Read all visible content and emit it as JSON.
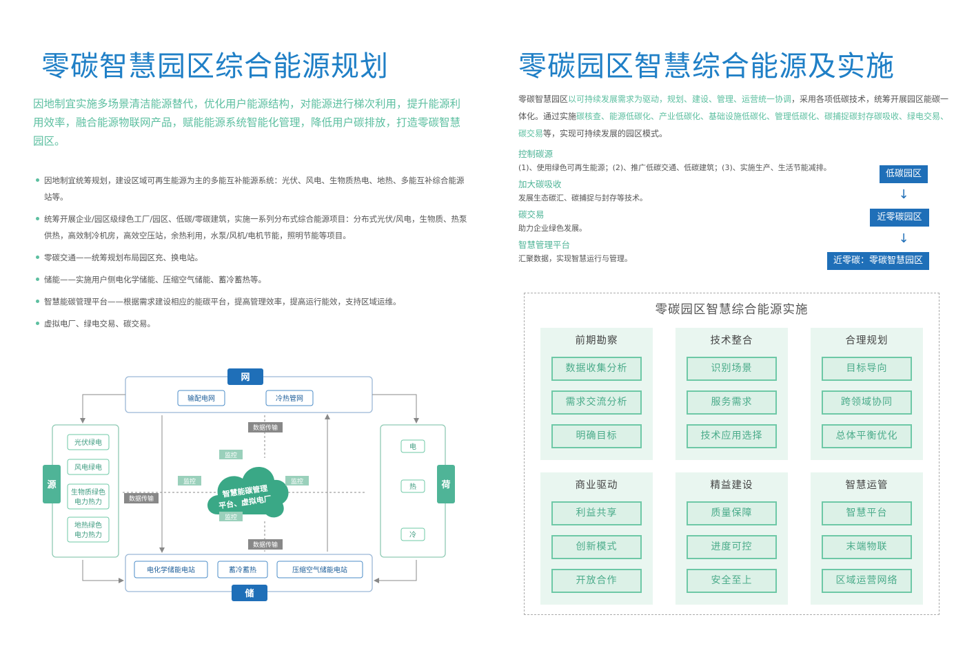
{
  "left": {
    "title": "零碳智慧园区综合能源规划",
    "intro": "因地制宜实施多场景清洁能源替代，优化用户能源结构，对能源进行梯次利用，提升能源利用效率，融合能源物联网产品，赋能能源系统智能化管理，降低用户碳排放，打造零碳智慧园区。",
    "bullets": [
      "因地制宜统筹规划，建设区域可再生能源为主的多能互补能源系统：光伏、风电、生物质热电、地热、多能互补综合能源站等。",
      "统筹开展企业/园区级绿色工厂/园区、低碳/零碳建筑，实施一系列分布式综合能源项目：分布式光伏/风电，生物质、热泵供热，高效制冷机房，高效空压站，余热利用，水泵/风机/电机节能，照明节能等项目。",
      "零碳交通——统筹规划布局园区充、换电站。",
      "储能——实施用户侧电化学储能、压缩空气储能、蓄冷蓄热等。",
      "智慧能碳管理平台——根据需求建设相应的能碳平台，提高管理效率，提高运行能效，支持区域运维。",
      "虚拟电厂、绿电交易、碳交易。"
    ],
    "diagram": {
      "grid": {
        "label": "网",
        "items": [
          "输配电网",
          "冷热管网"
        ]
      },
      "source": {
        "label": "源",
        "items": [
          [
            "光伏绿电"
          ],
          [
            "风电绿电"
          ],
          [
            "生物质绿色",
            "电力热力"
          ],
          [
            "地热绿色",
            "电力热力"
          ]
        ]
      },
      "load": {
        "label": "荷",
        "items": [
          "电",
          "热",
          "冷"
        ]
      },
      "storage": {
        "label": "储",
        "items": [
          "电化学储能电站",
          "蓄冷蓄热",
          "压缩空气储能电站"
        ]
      },
      "center": {
        "line1": "智慧能碳管理",
        "line2": "平台、虚拟电厂"
      },
      "monitor": "监控",
      "data_transfer": "数据传输"
    }
  },
  "right": {
    "title": "零碳园区智慧综合能源及实施",
    "intro": [
      {
        "t": "零碳智慧园区",
        "hl": false
      },
      {
        "t": "以可持续发展需求为驱动，规划、建设、管理、运营统一协调",
        "hl": true
      },
      {
        "t": "，采用各项低碳技术，统筹开展园区能碳一体化。通过实施",
        "hl": false
      },
      {
        "t": "碳核查、能源低碳化、产业低碳化、基础设施低碳化、管理低碳化、碳捕捉碳封存碳吸收、绿电交易、碳交易",
        "hl": true
      },
      {
        "t": "等，实现可持续发展的园区模式。",
        "hl": false
      }
    ],
    "measures": [
      {
        "title": "控制碳源",
        "desc": "(1)、使用绿色可再生能源；(2)、推广低碳交通、低碳建筑；(3)、实施生产、生活节能减排。"
      },
      {
        "title": "加大碳吸收",
        "desc": "发展生态碳汇、碳捕捉与封存等技术。"
      },
      {
        "title": "碳交易",
        "desc": "助力企业绿色发展。"
      },
      {
        "title": "智慧管理平台",
        "desc": "汇聚数据，实现智慧运行与管理。"
      }
    ],
    "flow": [
      "低碳园区",
      "近零碳园区",
      "近零碳：零碳智慧园区"
    ],
    "flow_arrow": "↓",
    "implementation": {
      "title": "零碳园区智慧综合能源实施",
      "panels": [
        {
          "title": "前期勘察",
          "items": [
            "数据收集分析",
            "需求交流分析",
            "明确目标"
          ]
        },
        {
          "title": "技术整合",
          "items": [
            "识别场景",
            "服务需求",
            "技术应用选择"
          ]
        },
        {
          "title": "合理规划",
          "items": [
            "目标导向",
            "跨领域协同",
            "总体平衡优化"
          ]
        },
        {
          "title": "商业驱动",
          "items": [
            "利益共享",
            "创新模式",
            "开放合作"
          ]
        },
        {
          "title": "精益建设",
          "items": [
            "质量保障",
            "进度可控",
            "安全至上"
          ]
        },
        {
          "title": "智慧运管",
          "items": [
            "智慧平台",
            "末端物联",
            "区域运营网络"
          ]
        }
      ]
    }
  },
  "colors": {
    "blue": "#1f6fb8",
    "title_blue": "#1f7fc6",
    "green": "#5cbfa0",
    "panel_bg": "#e9f6f0"
  }
}
